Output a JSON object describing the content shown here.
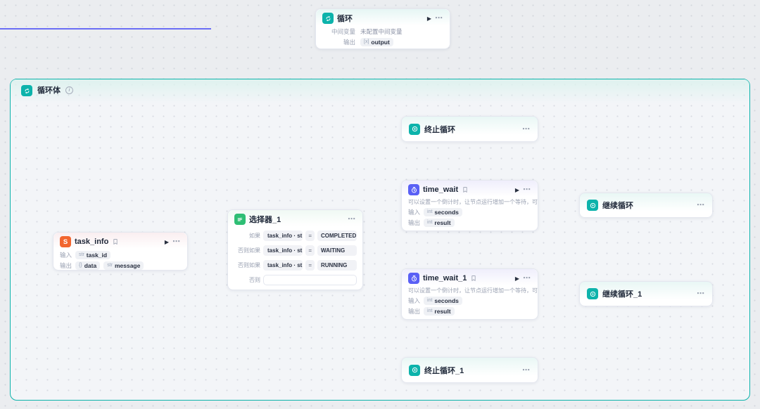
{
  "colors": {
    "edge": "#585cf6",
    "port": "#4b4fe2",
    "loop_accent": "#0db3ab",
    "selector_green": "#2ebe74",
    "plugin_orange": "#f2662f",
    "timer_indigo": "#5a60f5"
  },
  "icons": {
    "play": "▶",
    "more": "⋯",
    "info": "i"
  },
  "loop_node": {
    "title": "循环",
    "mid_var_label": "中间变量",
    "mid_var_value": "未配置中间变量",
    "output_label": "输出",
    "output_tag": {
      "type": "[x]",
      "name": "output"
    }
  },
  "loop_body": {
    "title": "循环体"
  },
  "task_info": {
    "title": "task_info",
    "icon_text": "S",
    "input_label": "输入",
    "output_label": "输出",
    "input_tag": {
      "type": "str",
      "name": "task_id"
    },
    "output_tags": [
      {
        "type": "{}",
        "name": "data"
      },
      {
        "type": "str",
        "name": "message"
      }
    ]
  },
  "selector": {
    "title": "选择器_1",
    "icon_text": "IF",
    "rows": [
      {
        "label": "如果",
        "ref": "task_info · st…",
        "op": "=",
        "value": "COMPLETED"
      },
      {
        "label": "否则如果",
        "ref": "task_info · st…",
        "op": "=",
        "value": "WAITING"
      },
      {
        "label": "否则如果",
        "ref": "task_info · st…",
        "op": "=",
        "value": "RUNNING"
      },
      {
        "label": "否则"
      }
    ]
  },
  "terminate_loop": {
    "title": "终止循环"
  },
  "time_wait": {
    "title": "time_wait",
    "desc": "可以设置一个倒计时，让节点运行增加一个等待，可搭配异步…",
    "input_label": "输入",
    "output_label": "输出",
    "input_tag": {
      "type": "int",
      "name": "seconds"
    },
    "output_tag": {
      "type": "int",
      "name": "result"
    }
  },
  "continue_loop": {
    "title": "继续循环"
  },
  "time_wait_1": {
    "title": "time_wait_1",
    "desc": "可以设置一个倒计时，让节点运行增加一个等待，可搭配异步…",
    "input_label": "输入",
    "output_label": "输出",
    "input_tag": {
      "type": "int",
      "name": "seconds"
    },
    "output_tag": {
      "type": "int",
      "name": "result"
    }
  },
  "continue_loop_1": {
    "title": "继续循环_1"
  },
  "terminate_loop_1": {
    "title": "终止循环_1"
  }
}
